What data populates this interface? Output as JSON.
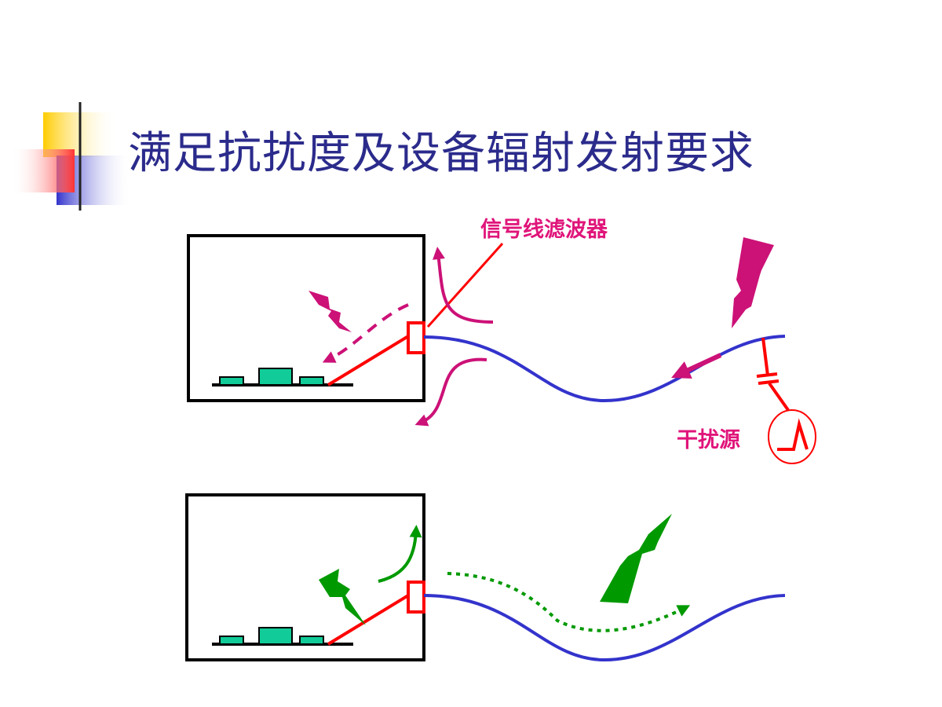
{
  "slide": {
    "title": "满足抗扰度及设备辐射发射要求",
    "labels": {
      "signal_line_filter": "信号线滤波器",
      "interference_source": "干扰源"
    }
  },
  "colors": {
    "title": "#2b2b8c",
    "label": "#e0147a",
    "cable": "#3333cc",
    "trace": "#ff0000",
    "disturbance": "#cc1177",
    "suppressed": "#009900",
    "component": "#11cc99",
    "deco_yellow": "#ffcc00",
    "deco_blue": "#3333cc",
    "deco_red": "#ff3333"
  },
  "icons": [
    "lightning-bolt-icon",
    "pulse-source-icon",
    "capacitor-icon",
    "filter-connector-icon"
  ]
}
